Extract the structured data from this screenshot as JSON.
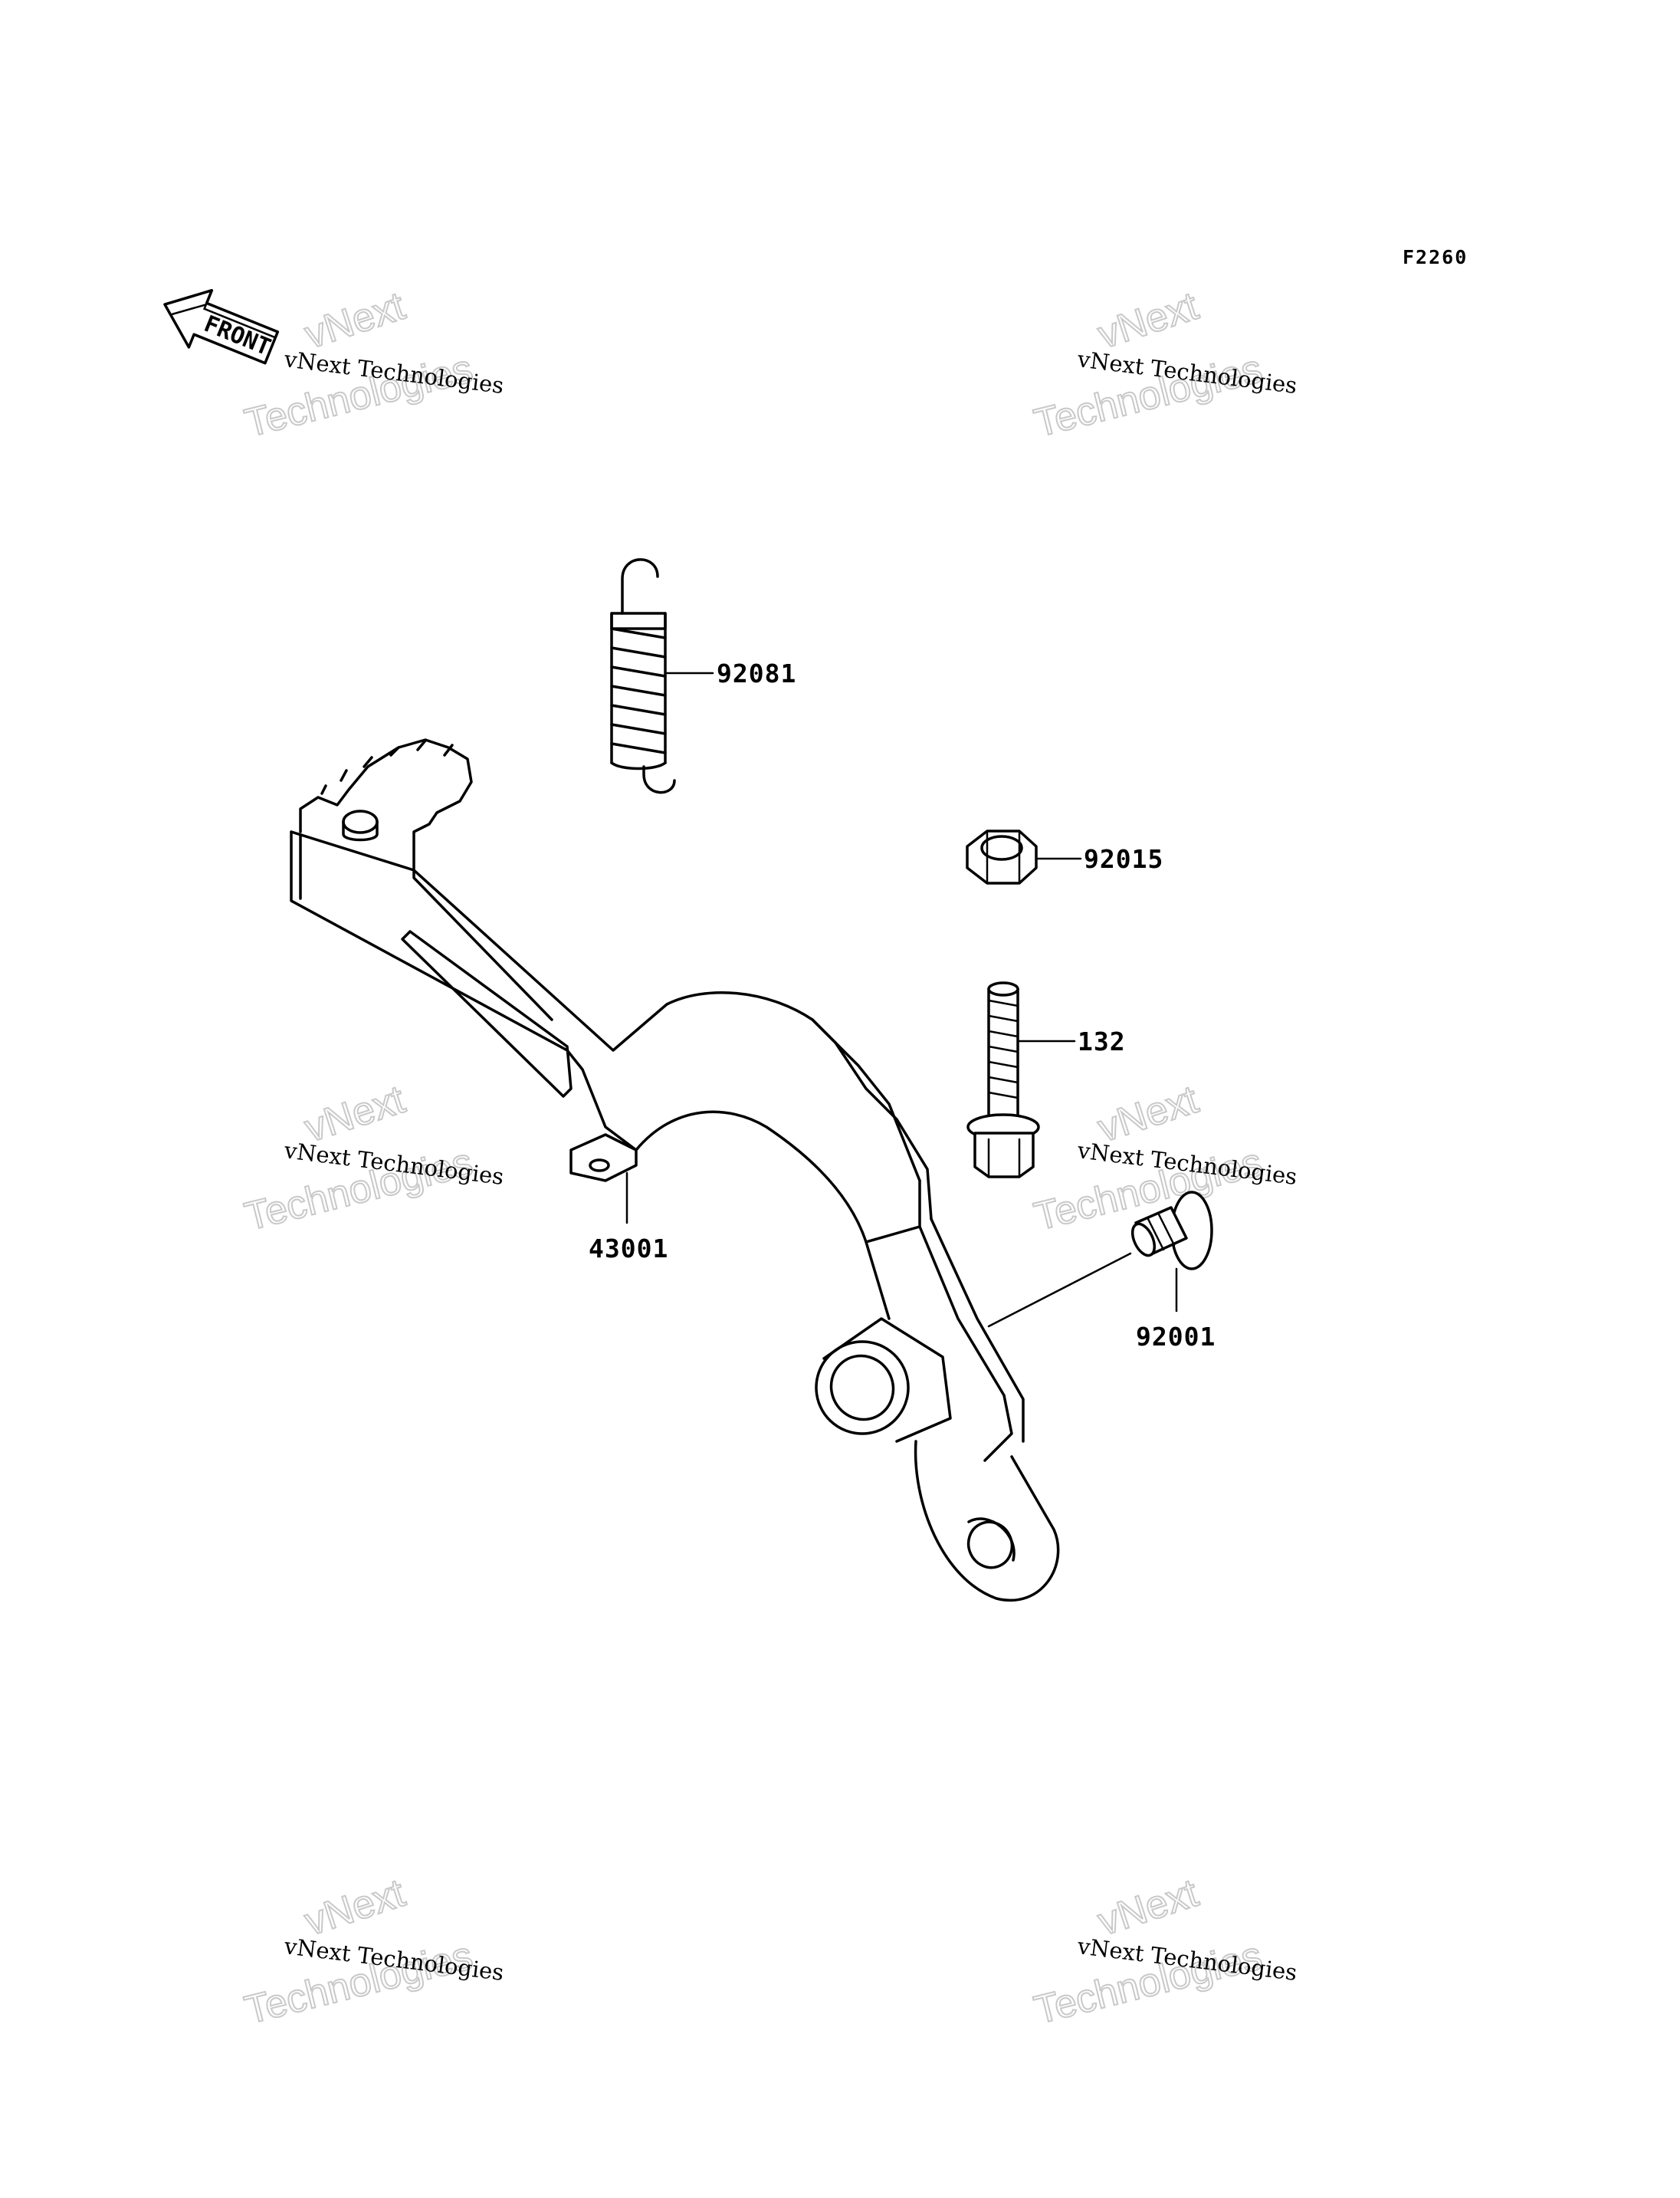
{
  "figure_code": "F2260",
  "front_label": "FRONT",
  "watermark": {
    "small": "vNext Technologies",
    "big_line1": "vNext",
    "big_line2": "Technologies"
  },
  "parts": [
    {
      "id": "spring",
      "number": "92081"
    },
    {
      "id": "nut",
      "number": "92015"
    },
    {
      "id": "bolt",
      "number": "132"
    },
    {
      "id": "stopper",
      "number": "43001"
    },
    {
      "id": "pivot-bolt",
      "number": "92001"
    }
  ]
}
